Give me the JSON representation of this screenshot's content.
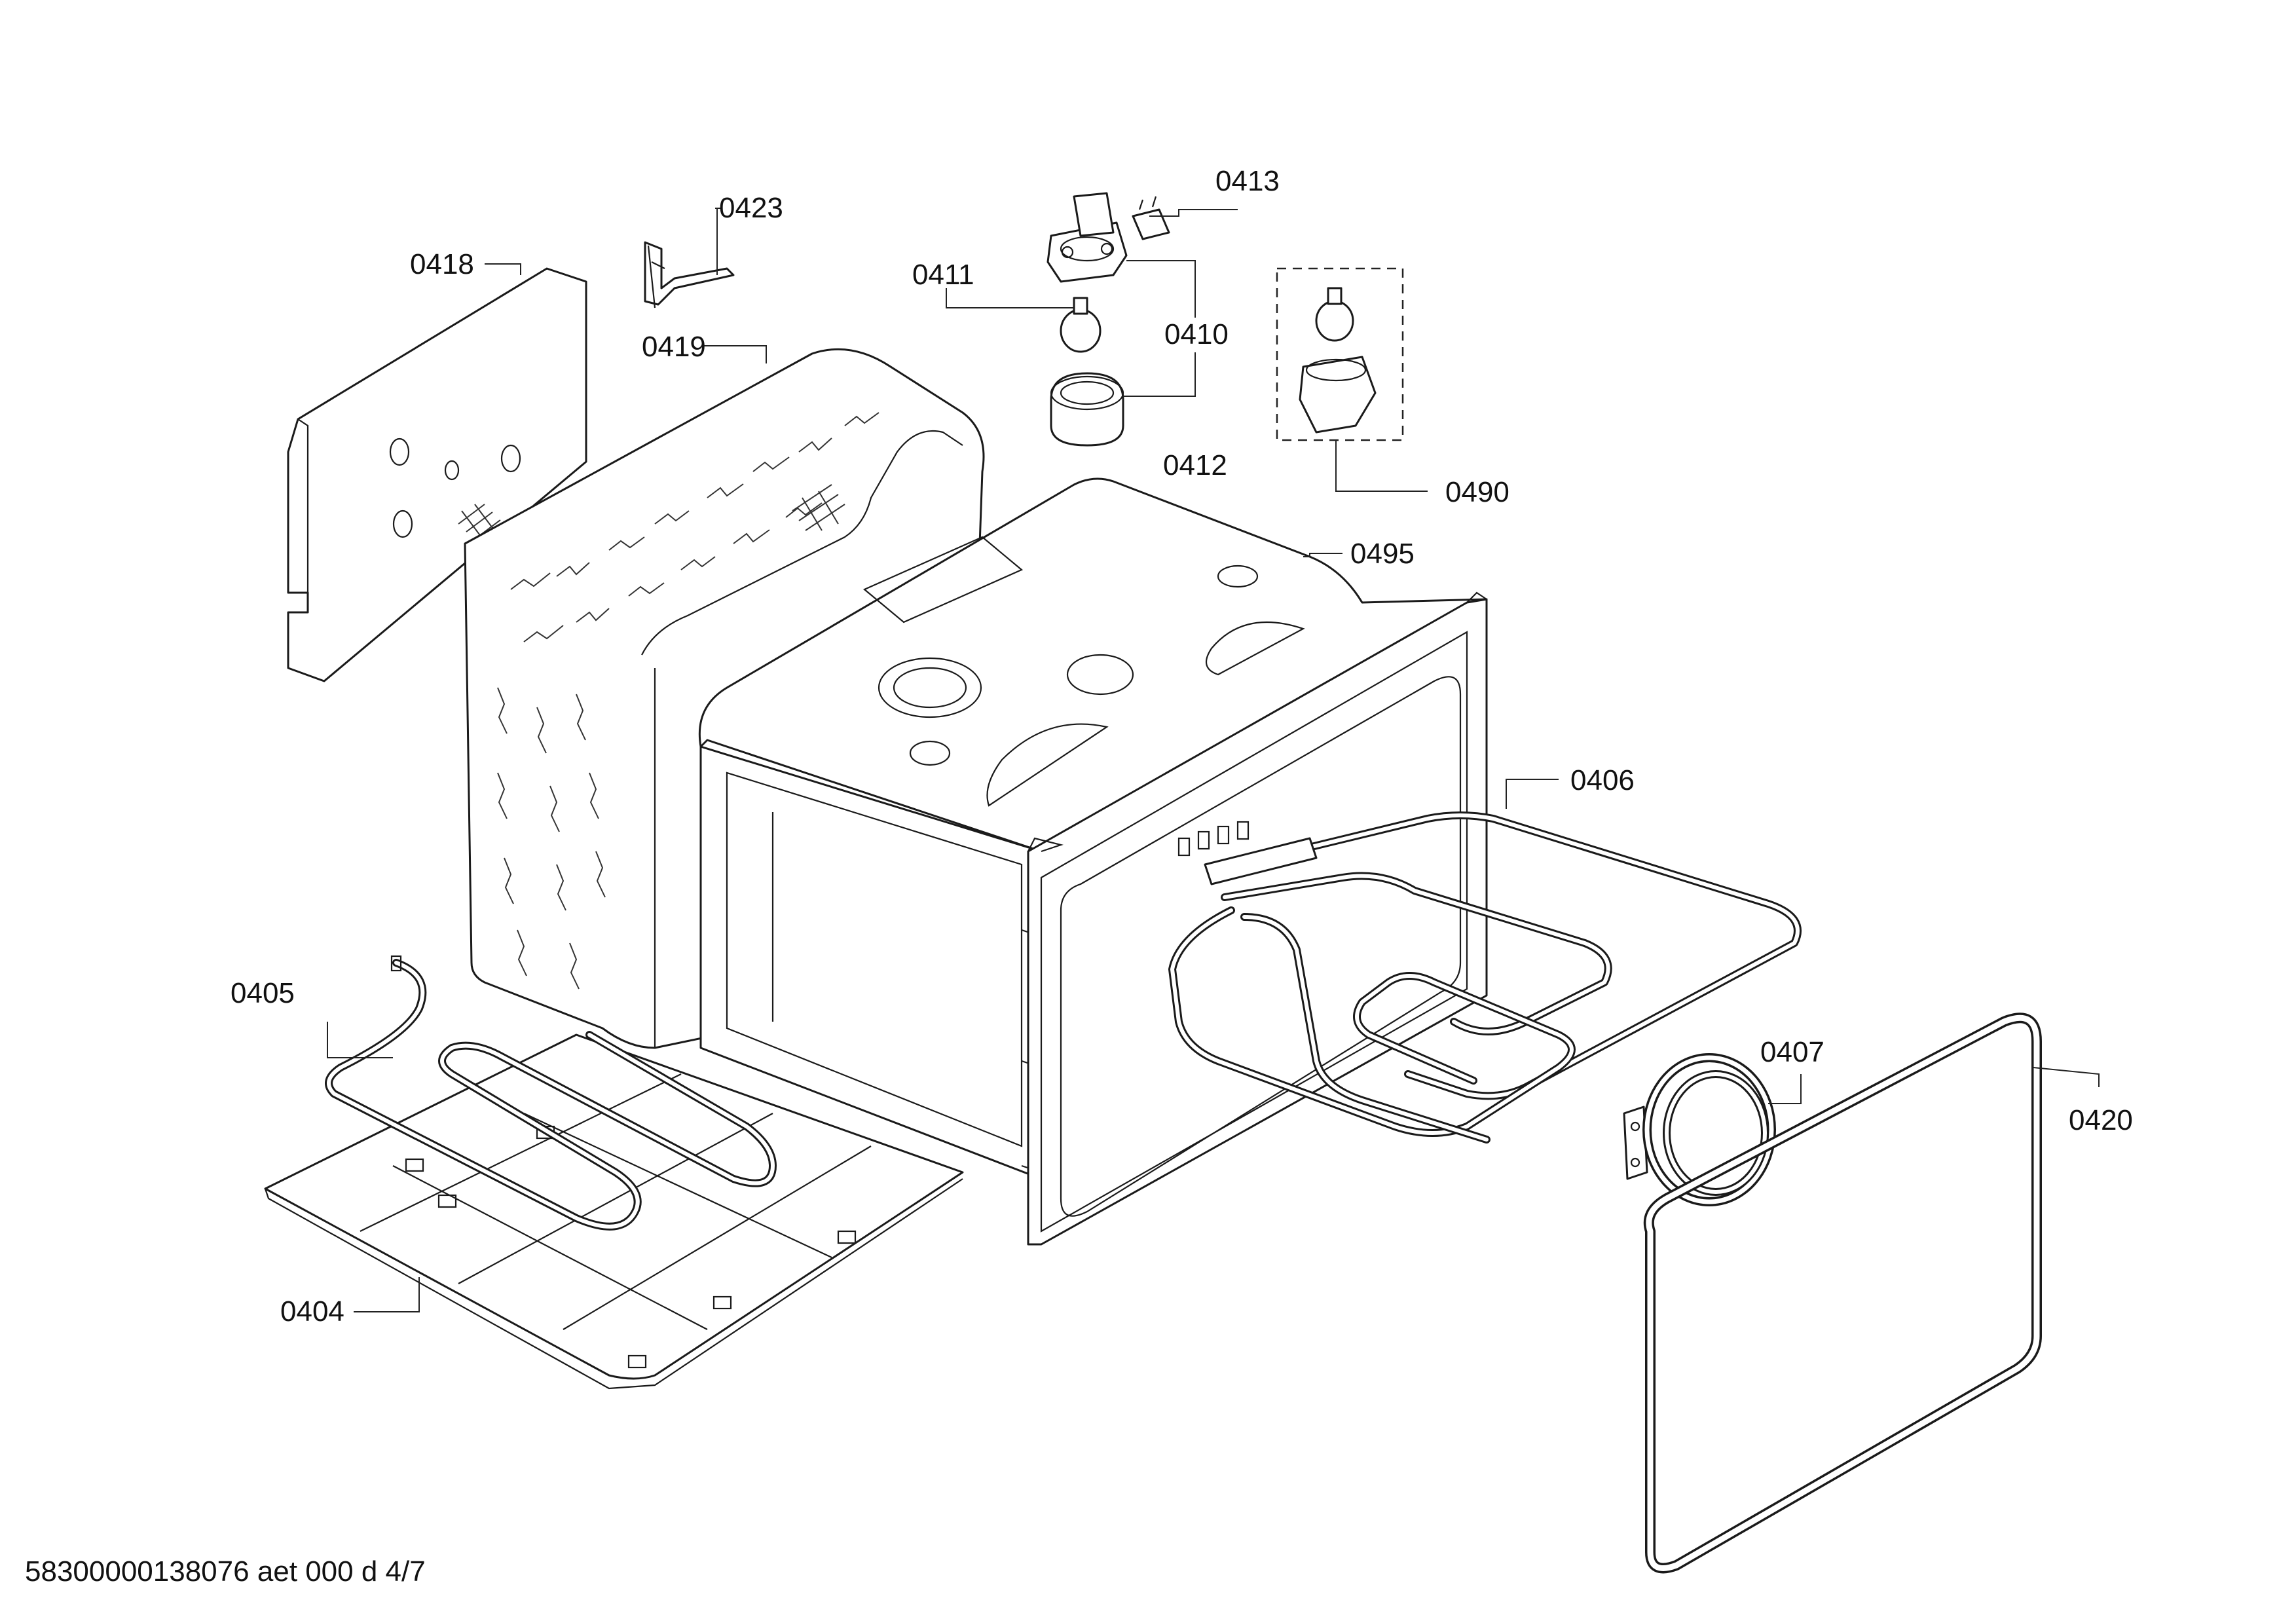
{
  "labels": {
    "l0418": "0418",
    "l0423": "0423",
    "l0419": "0419",
    "l0411": "0411",
    "l0413": "0413",
    "l0410": "0410",
    "l0412": "0412",
    "l0490": "0490",
    "l0495": "0495",
    "l0406": "0406",
    "l0405": "0405",
    "l0407": "0407",
    "l0420": "0420",
    "l0404": "0404"
  },
  "footer": {
    "code": "58300000138076 aet 000 d 4/7"
  },
  "colors": {
    "line": "#1a1a1a",
    "background": "#ffffff"
  }
}
